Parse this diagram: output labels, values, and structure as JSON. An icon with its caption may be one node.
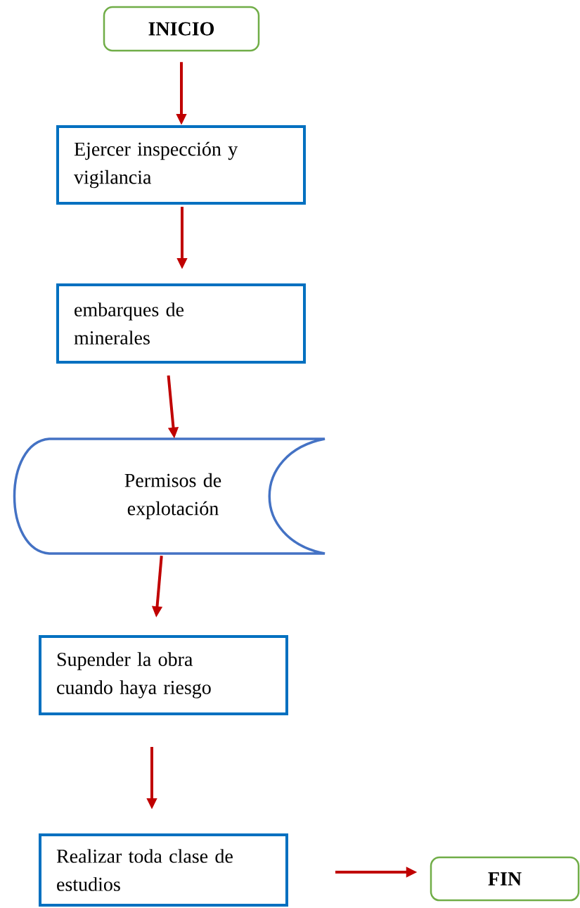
{
  "diagram": {
    "nodes": [
      {
        "text": [
          "INICIO"
        ]
      },
      {
        "text": [
          "Ejercer inspección y vigilancia"
        ]
      },
      {
        "text": [
          "embarques de minerales"
        ]
      },
      {
        "text": [
          "Permisos de explotación"
        ]
      },
      {
        "text": [
          "Supender la obra cuando haya riesgo"
        ]
      },
      {
        "text": [
          "Realizar toda clase de estudios"
        ]
      },
      {
        "text": [
          "FIN"
        ]
      }
    ],
    "edges": [
      {
        "from": 0,
        "to": 1,
        "arrow": "to"
      },
      {
        "from": 1,
        "to": 2,
        "arrow": "to"
      },
      {
        "from": 2,
        "to": 3,
        "arrow": "to"
      },
      {
        "from": 3,
        "to": 4,
        "arrow": "to"
      },
      {
        "from": 4,
        "to": 5,
        "arrow": "to"
      },
      {
        "from": 5,
        "to": 6,
        "arrow": "to"
      }
    ]
  }
}
